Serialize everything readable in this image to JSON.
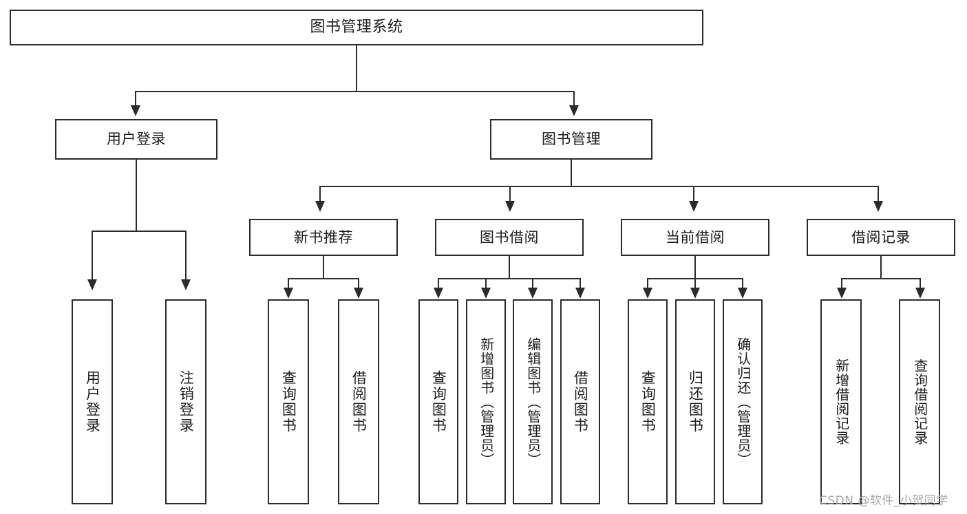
{
  "diagram": {
    "type": "tree-hierarchy-chart",
    "title": "图书管理系统",
    "root": {
      "label": "图书管理系统"
    },
    "level2": [
      {
        "label": "用户登录"
      },
      {
        "label": "图书管理"
      }
    ],
    "level3": [
      {
        "label": "新书推荐"
      },
      {
        "label": "图书借阅"
      },
      {
        "label": "当前借阅"
      },
      {
        "label": "借阅记录"
      }
    ],
    "leaves": {
      "user_login": [
        {
          "label": "用户登录"
        },
        {
          "label": "注销登录"
        }
      ],
      "new_book_recommend": [
        {
          "label": "查询图书"
        },
        {
          "label": "借阅图书"
        }
      ],
      "book_borrow": [
        {
          "label": "查询图书"
        },
        {
          "label": "新增图书（管理员）"
        },
        {
          "label": "编辑图书（管理员）"
        },
        {
          "label": "借阅图书"
        }
      ],
      "current_borrow": [
        {
          "label": "查询图书"
        },
        {
          "label": "归还图书"
        },
        {
          "label": "确认归还（管理员）"
        }
      ],
      "borrow_record": [
        {
          "label": "新增借阅记录"
        },
        {
          "label": "查询借阅记录"
        }
      ]
    }
  },
  "watermark": {
    "text": "CSDN @软件_小贺同学"
  },
  "colors": {
    "stroke": "#2b2b2b",
    "background": "#ffffff",
    "text": "#1d1d1d",
    "watermark": "#a8a8a8"
  }
}
